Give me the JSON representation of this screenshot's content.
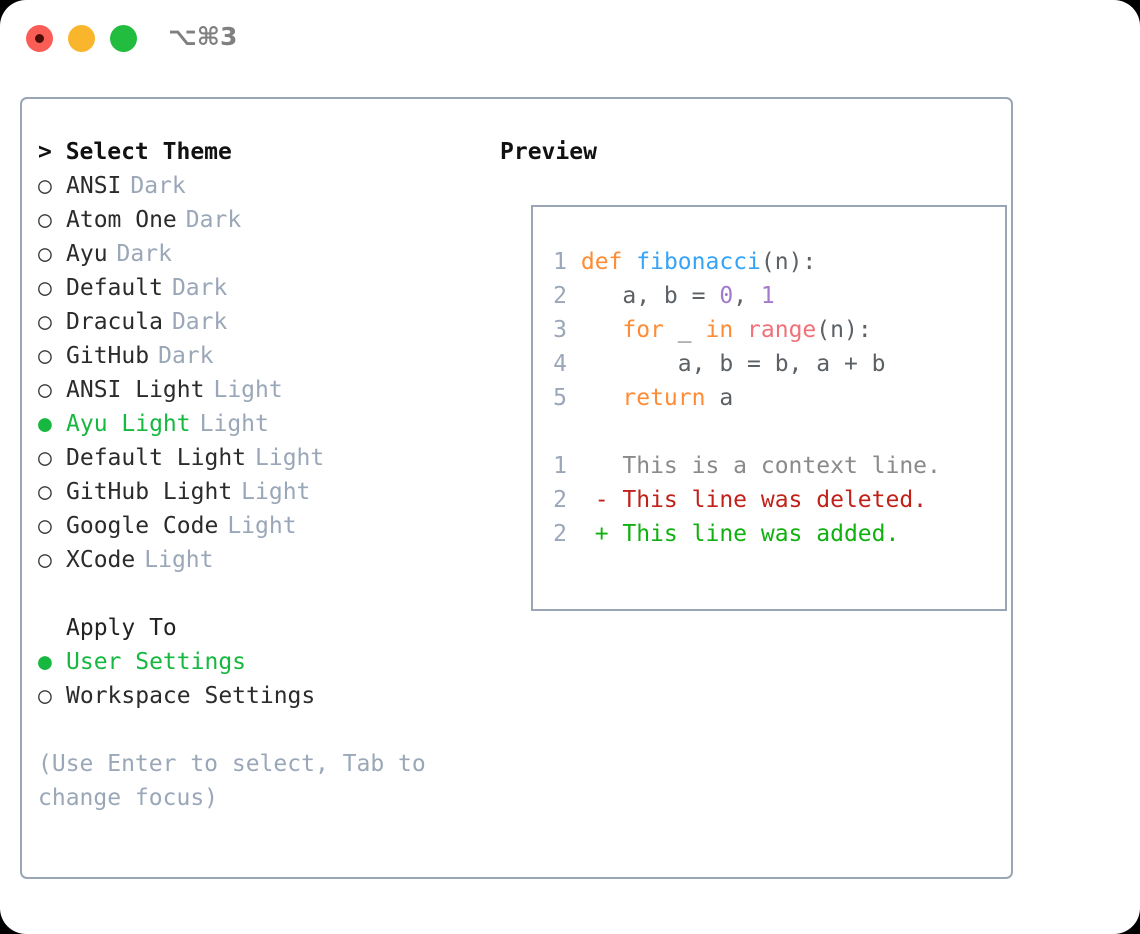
{
  "titlebar": {
    "shortcut": "⌥⌘3",
    "lights": [
      {
        "name": "close",
        "color": "#fa5d55"
      },
      {
        "name": "minimize",
        "color": "#f9b52c"
      },
      {
        "name": "maximize",
        "color": "#22bd3e"
      }
    ]
  },
  "theme_picker": {
    "header": "> Select Theme",
    "bullet_empty": "○",
    "bullet_filled": "●",
    "options": [
      {
        "label": "ANSI",
        "tag": "Dark",
        "selected": false
      },
      {
        "label": "Atom One",
        "tag": "Dark",
        "selected": false
      },
      {
        "label": "Ayu",
        "tag": "Dark",
        "selected": false
      },
      {
        "label": "Default",
        "tag": "Dark",
        "selected": false
      },
      {
        "label": "Dracula",
        "tag": "Dark",
        "selected": false
      },
      {
        "label": "GitHub",
        "tag": "Dark",
        "selected": false
      },
      {
        "label": "ANSI Light",
        "tag": "Light",
        "selected": false
      },
      {
        "label": "Ayu Light",
        "tag": "Light",
        "selected": true
      },
      {
        "label": "Default Light",
        "tag": "Light",
        "selected": false
      },
      {
        "label": "GitHub Light",
        "tag": "Light",
        "selected": false
      },
      {
        "label": "Google Code",
        "tag": "Light",
        "selected": false
      },
      {
        "label": "XCode",
        "tag": "Light",
        "selected": false
      }
    ]
  },
  "apply_to": {
    "header": "Apply To",
    "options": [
      {
        "label": "User Settings",
        "selected": true
      },
      {
        "label": "Workspace Settings",
        "selected": false
      }
    ]
  },
  "hint": "(Use Enter to select, Tab to change focus)",
  "preview": {
    "header": "Preview",
    "code_lines": [
      {
        "num": "1",
        "tokens": [
          {
            "t": " ",
            "c": "pl"
          },
          {
            "t": "def",
            "c": "kw"
          },
          {
            "t": " ",
            "c": "pl"
          },
          {
            "t": "fibonacci",
            "c": "fn"
          },
          {
            "t": "(n):",
            "c": "pl"
          }
        ]
      },
      {
        "num": "2",
        "tokens": [
          {
            "t": "    a, b = ",
            "c": "pl"
          },
          {
            "t": "0",
            "c": "num"
          },
          {
            "t": ", ",
            "c": "pl"
          },
          {
            "t": "1",
            "c": "num"
          }
        ]
      },
      {
        "num": "3",
        "tokens": [
          {
            "t": "    ",
            "c": "pl"
          },
          {
            "t": "for",
            "c": "kw"
          },
          {
            "t": " _ ",
            "c": "pl"
          },
          {
            "t": "in",
            "c": "kw"
          },
          {
            "t": " ",
            "c": "pl"
          },
          {
            "t": "range",
            "c": "bi"
          },
          {
            "t": "(n):",
            "c": "pl"
          }
        ]
      },
      {
        "num": "4",
        "tokens": [
          {
            "t": "        a, b = b, a + b",
            "c": "pl"
          }
        ]
      },
      {
        "num": "5",
        "tokens": [
          {
            "t": "    ",
            "c": "pl"
          },
          {
            "t": "return",
            "c": "kw"
          },
          {
            "t": " a",
            "c": "pl"
          }
        ]
      }
    ],
    "diff_lines": [
      {
        "num": "1",
        "marker": "  ",
        "text": "This is a context line.",
        "kind": "ctx"
      },
      {
        "num": "2",
        "marker": "- ",
        "text": "This line was deleted.",
        "kind": "del"
      },
      {
        "num": "2",
        "marker": "+ ",
        "text": "This line was added.",
        "kind": "add"
      }
    ]
  },
  "colors": {
    "accent_green": "#16b840",
    "muted": "#9aa7b8",
    "border": "#9aa5b5",
    "keyword": "#ff8c35",
    "function": "#36a3f7",
    "number": "#a37acc",
    "builtin": "#f07178",
    "plain": "#5c6166",
    "diff_context": "#8a8a8a",
    "diff_deleted": "#c0221a",
    "diff_added": "#11b011"
  }
}
